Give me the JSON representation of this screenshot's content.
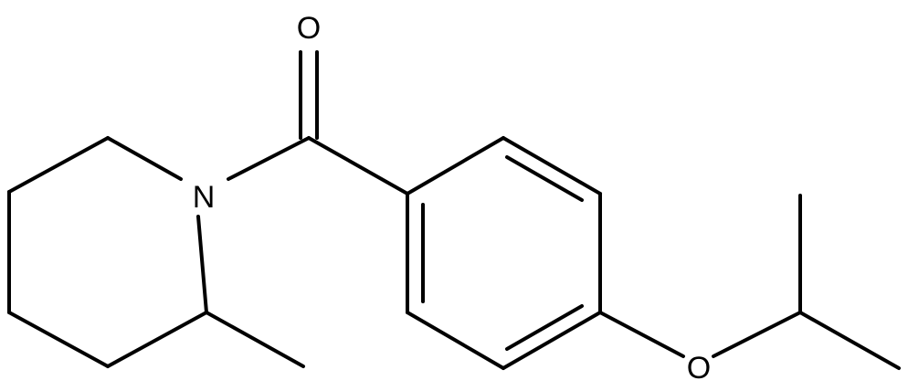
{
  "molecule": {
    "atoms": {
      "oxygen_carbonyl": "O",
      "nitrogen": "N",
      "oxygen_ether": "O"
    },
    "colors": {
      "bond": "#000000",
      "background": "#ffffff"
    }
  }
}
